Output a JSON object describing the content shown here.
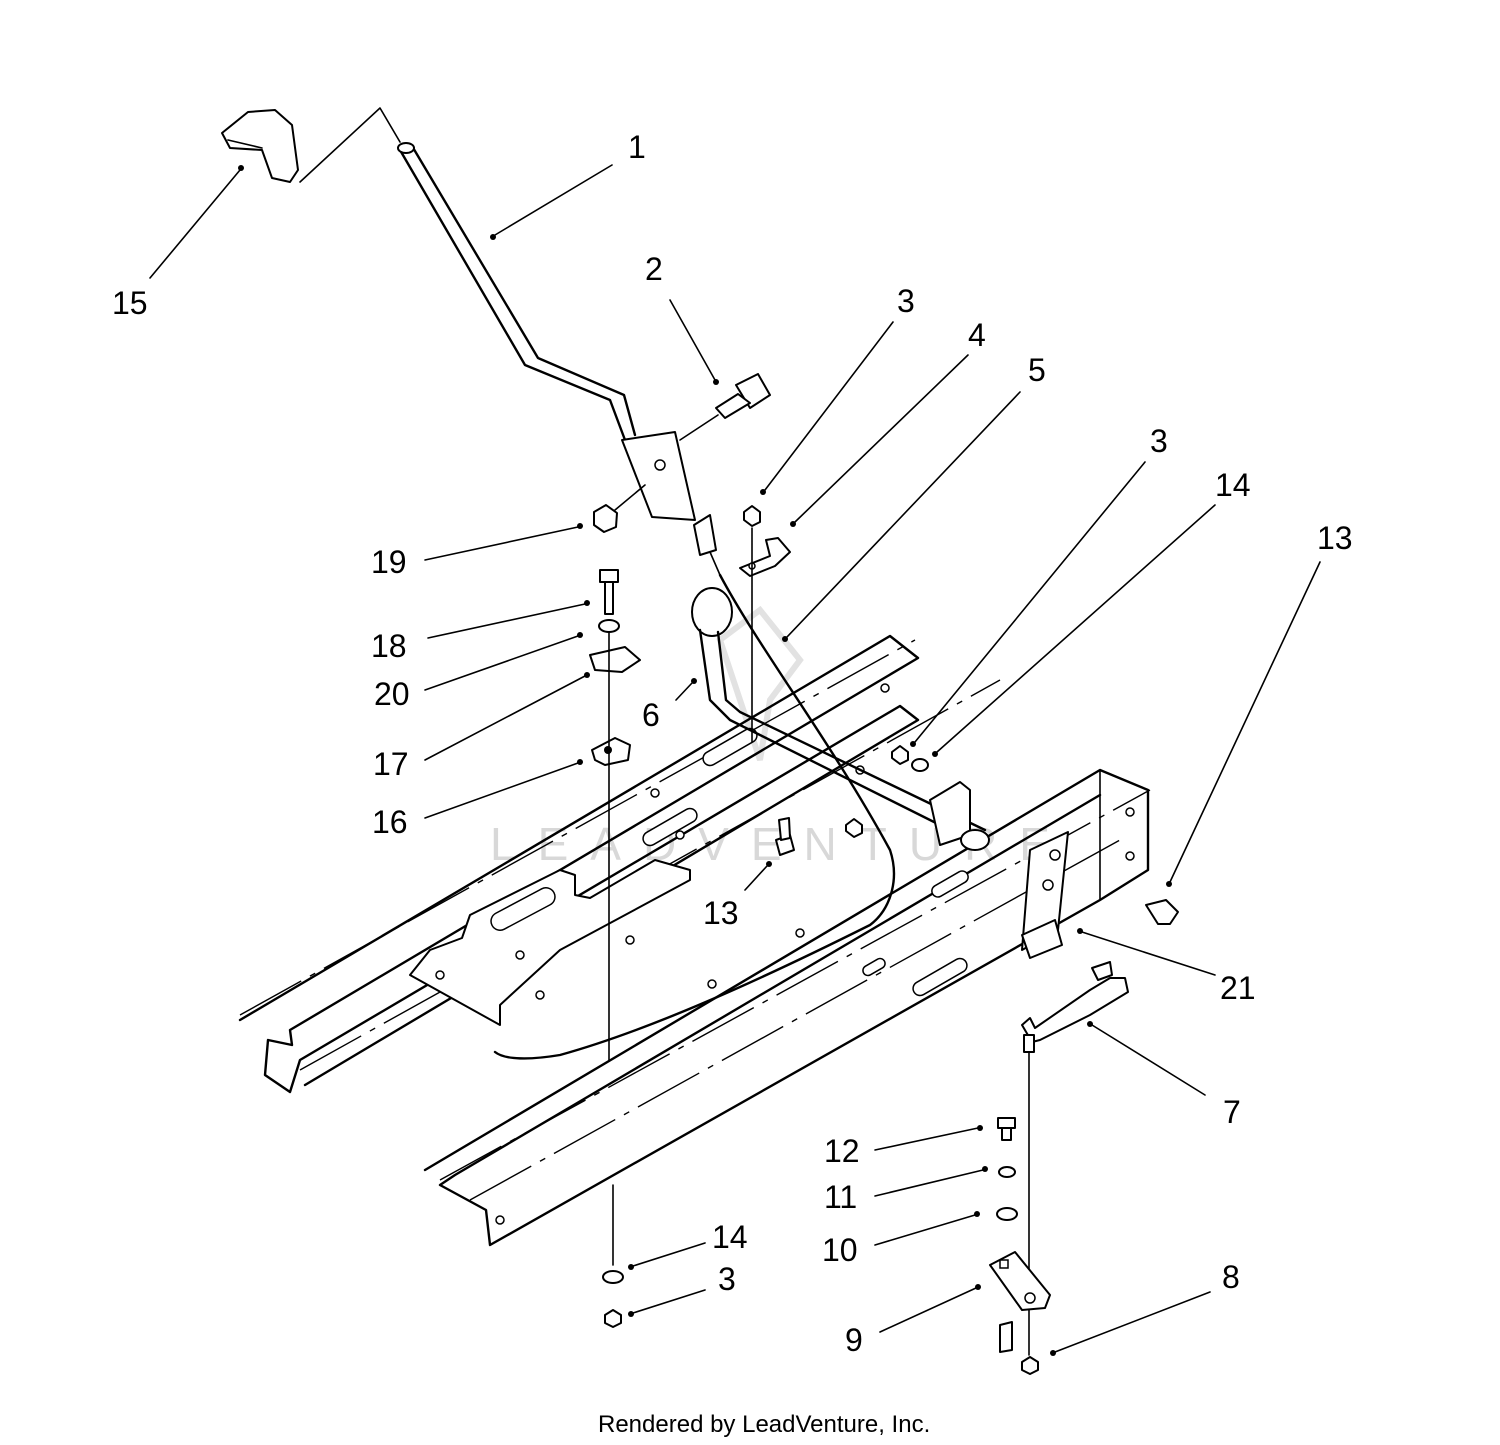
{
  "callouts": [
    {
      "label": "1"
    },
    {
      "label": "2"
    },
    {
      "label": "3"
    },
    {
      "label": "4"
    },
    {
      "label": "5"
    },
    {
      "label": "3"
    },
    {
      "label": "14"
    },
    {
      "label": "13"
    },
    {
      "label": "15"
    },
    {
      "label": "19"
    },
    {
      "label": "18"
    },
    {
      "label": "20"
    },
    {
      "label": "6"
    },
    {
      "label": "17"
    },
    {
      "label": "16"
    },
    {
      "label": "13"
    },
    {
      "label": "21"
    },
    {
      "label": "7"
    },
    {
      "label": "12"
    },
    {
      "label": "11"
    },
    {
      "label": "10"
    },
    {
      "label": "14"
    },
    {
      "label": "3"
    },
    {
      "label": "9"
    },
    {
      "label": "8"
    }
  ],
  "watermark": "LEADVENTURE",
  "footer": "Rendered by LeadVenture, Inc."
}
